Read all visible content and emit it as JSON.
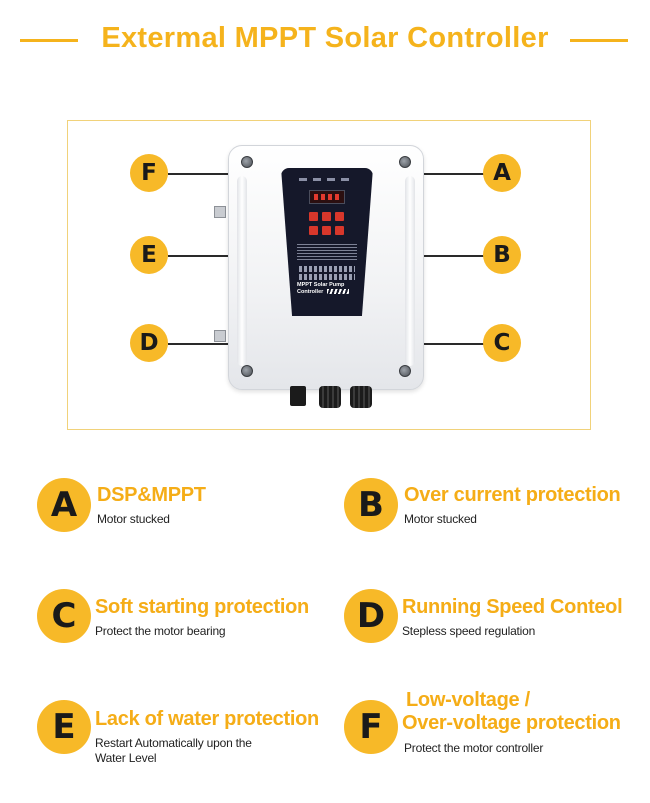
{
  "header": {
    "title": "Extermal MPPT Solar Controller"
  },
  "callouts": [
    "F",
    "A",
    "E",
    "B",
    "D",
    "C"
  ],
  "device": {
    "panel_name_line1": "MPPT Solar Pump",
    "panel_name_line2": "Controller"
  },
  "features": [
    {
      "letter": "A",
      "title": "DSP&MPPT",
      "desc": "Motor stucked"
    },
    {
      "letter": "B",
      "title": "Over current protection",
      "desc": "Motor stucked"
    },
    {
      "letter": "C",
      "title": "Soft starting protection",
      "desc": "Protect the motor bearing"
    },
    {
      "letter": "D",
      "title": "Running Speed Conteol",
      "desc": "Stepless speed regulation"
    },
    {
      "letter": "E",
      "title": "Lack of water protection",
      "desc_line1": "Restart Automatically upon the",
      "desc_line2": "Water Level"
    },
    {
      "letter": "F",
      "title_line1": "Low-voltage /",
      "title_line2": "Over-voltage protection",
      "desc": "Protect the motor controller"
    }
  ],
  "colors": {
    "accent": "#f5b31c",
    "badge": "#f7b928",
    "frame": "#f1d27a"
  }
}
